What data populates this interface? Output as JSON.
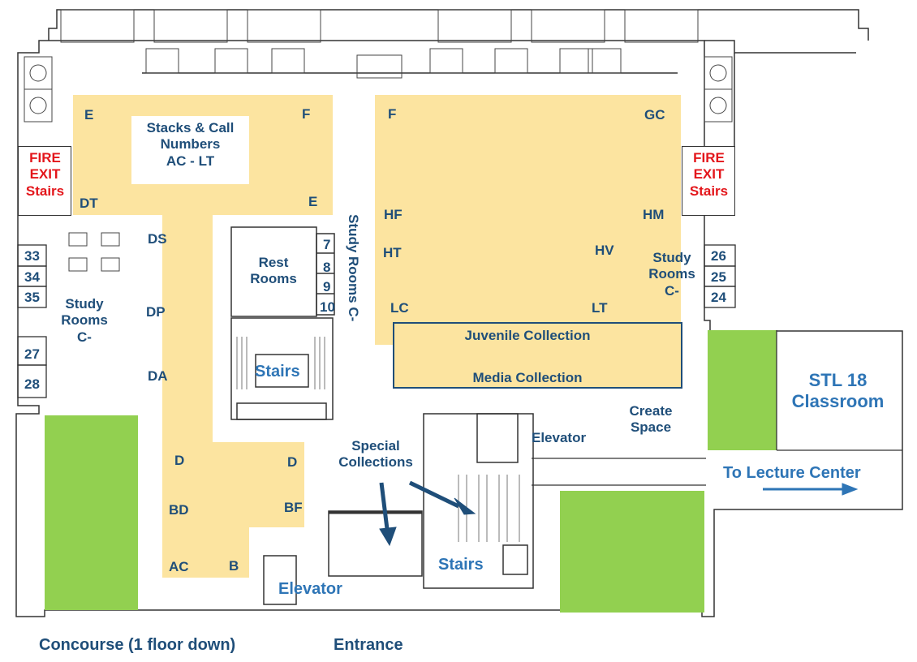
{
  "title": "",
  "stacks": {
    "heading": "Stacks & Call Numbers AC - LT",
    "heading_lines": [
      "Stacks & Call",
      "Numbers",
      "AC - LT"
    ],
    "west_markers": [
      "E",
      "F",
      "E",
      "DT",
      "DS",
      "DP",
      "DA",
      "D",
      "D",
      "BD",
      "BF",
      "AC",
      "B"
    ],
    "east_markers": [
      "F",
      "GC",
      "HF",
      "HM",
      "HT",
      "HV",
      "LC",
      "LT"
    ]
  },
  "collections": {
    "juvenile": "Juvenile Collection",
    "media": "Media Collection",
    "special": "Special Collections",
    "special_lines": [
      "Special",
      "Collections"
    ]
  },
  "rooms": {
    "rest_rooms": [
      "Rest",
      "Rooms"
    ],
    "study_rooms_center": "Study Rooms C-",
    "study_rooms_west": [
      "Study",
      "Rooms",
      "C-"
    ],
    "study_rooms_east": [
      "Study",
      "Rooms",
      "C-"
    ],
    "center_numbers": [
      "7",
      "8",
      "9",
      "10"
    ],
    "west_numbers": [
      "33",
      "34",
      "35",
      "27",
      "28"
    ],
    "east_numbers": [
      "26",
      "25",
      "24"
    ],
    "stl18": [
      "STL 18",
      "Classroom"
    ],
    "create_space": [
      "Create",
      "Space"
    ]
  },
  "circulation": {
    "stairs_center": "Stairs",
    "stairs_south": "Stairs",
    "elevator_east": "Elevator",
    "elevator_south": "Elevator",
    "fire_exit_west": [
      "FIRE",
      "EXIT",
      "Stairs"
    ],
    "fire_exit_east": [
      "FIRE",
      "EXIT",
      "Stairs"
    ],
    "to_lecture_center": "To Lecture Center",
    "concourse": "Concourse (1 floor down)",
    "entrance": "Entrance"
  },
  "colors": {
    "stacks": "#fce4a0",
    "green": "#92d050",
    "label_blue": "#1f4e79",
    "highlight_blue": "#2e75b6",
    "fire_red": "#e3161b",
    "wall": "#333333"
  }
}
